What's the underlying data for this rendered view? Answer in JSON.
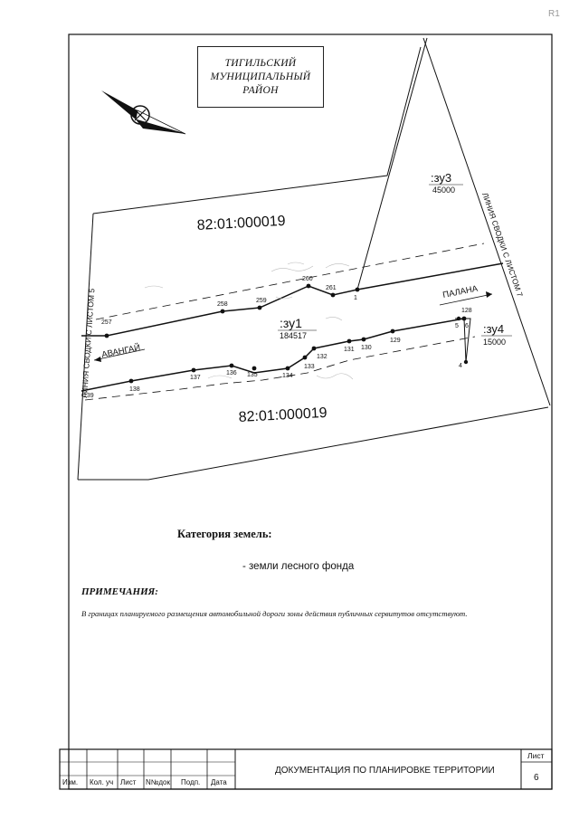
{
  "corner_mark": "R1",
  "district": {
    "lines": [
      "ТИГИЛЬСКИЙ",
      "МУНИЦИПАЛЬНЫЙ",
      "РАЙОН"
    ]
  },
  "map": {
    "cadastral_quarter_top": "82:01:000019",
    "cadastral_quarter_bottom": "82:01:000019",
    "match_line_left": "ЛИНИЯ СВОДКИ С ЛИСТОМ 5",
    "match_line_right": "ЛИНИЯ СВОДКИ С ЛИСТОМ 7",
    "direction_left": "АВАНГАЙ",
    "direction_right": "ПАЛАНА",
    "parcels": [
      {
        "id": ":зу1",
        "area": "184517"
      },
      {
        "id": ":зу3",
        "area": "45000"
      },
      {
        "id": ":зу4",
        "area": "15000"
      }
    ],
    "points_north": [
      "257",
      "258",
      "259",
      "260",
      "261",
      "1"
    ],
    "points_south": [
      "139",
      "138",
      "137",
      "136",
      "135",
      "134",
      "133",
      "132",
      "131",
      "130",
      "129",
      "128"
    ],
    "points_zu4": [
      "5",
      "6",
      "4"
    ]
  },
  "category": {
    "title": "Категория земель:",
    "value": "- земли лесного фонда"
  },
  "notes": {
    "title": "ПРИМЕЧАНИЯ:",
    "text": "В границах  планируемого размещения автомобильной дороги зоны действия публичных сервитутов отсутствуют."
  },
  "title_block": {
    "columns": [
      "Изм.",
      "Кол. уч",
      "Лист",
      "N№док",
      "Подп.",
      "Дата"
    ],
    "document_title": "ДОКУМЕНТАЦИЯ ПО ПЛАНИРОВКЕ ТЕРРИТОРИИ",
    "sheet_label": "Лист",
    "sheet_number": "6"
  }
}
